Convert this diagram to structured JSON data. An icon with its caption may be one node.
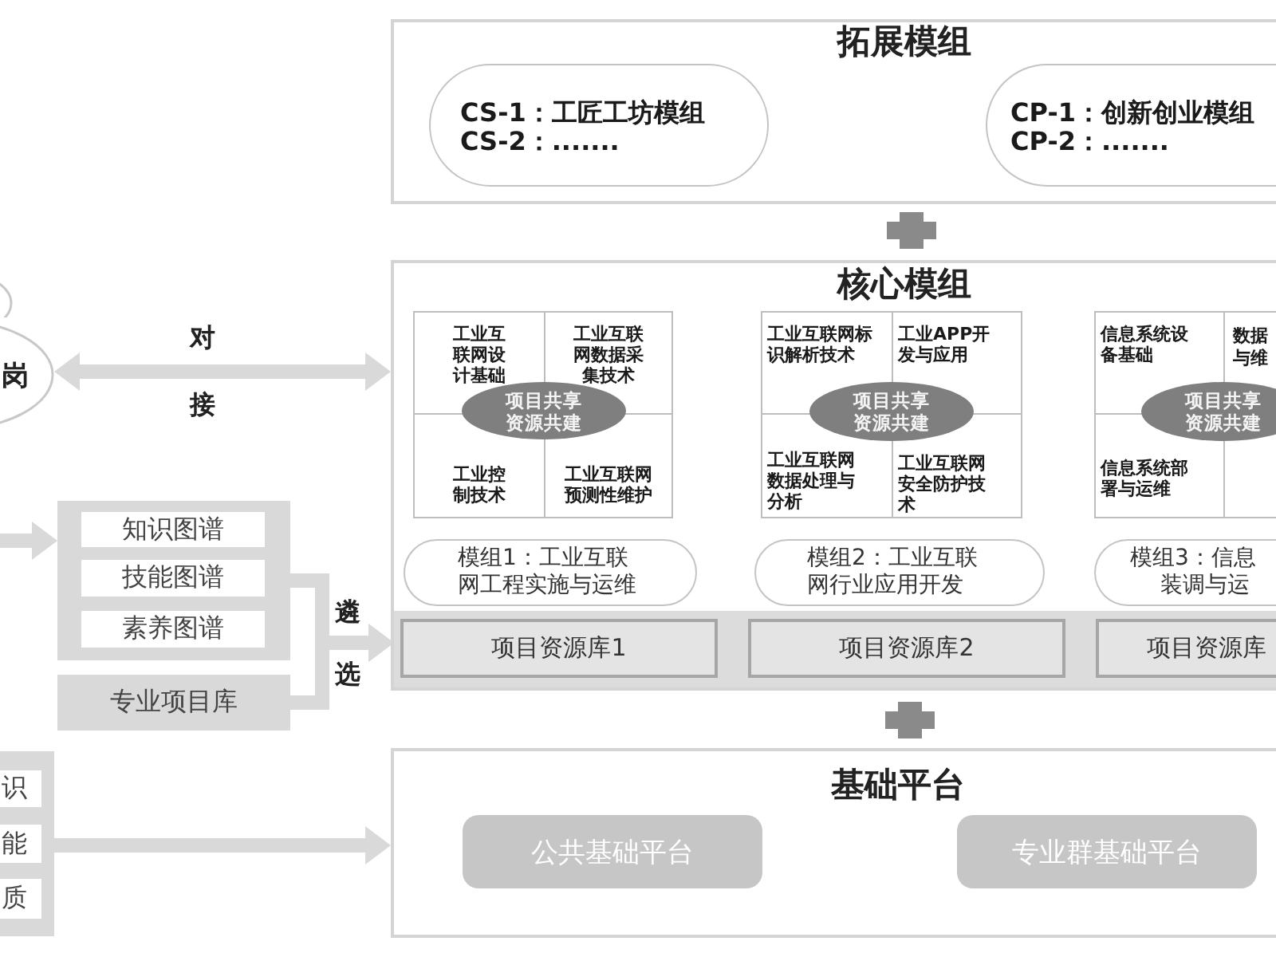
{
  "diagram": {
    "nodes": [
      {
        "text": [
          "拓展模组"
        ]
      },
      {
        "text": [
          "CS-1：工匠工坊模组",
          "CS-2：......."
        ],
        "in": 0
      },
      {
        "text": [
          "CP-1：创新创业模组",
          "CP-2：......."
        ],
        "in": 0
      },
      {
        "text": [],
        "shape": "circle"
      },
      {
        "text": [
          "岗"
        ]
      },
      {
        "text": [
          "核心模组"
        ]
      },
      {
        "text": [
          "工业互联网设计基础",
          "工业互联网数据采集技术",
          "工业控制技术",
          "工业互联网预测性维护"
        ],
        "in": 5
      },
      {
        "text": [
          "项目共享资源共建"
        ],
        "in": 6
      },
      {
        "text": [
          "工业互联网标识解析技术",
          "工业APP开发与应用",
          "工业互联网数据处理与分析",
          "工业互联网安全防护技术"
        ],
        "in": 5
      },
      {
        "text": [
          "项目共享资源共建"
        ],
        "in": 8
      },
      {
        "text": [
          "信息系统设备基础",
          "数据",
          "与维",
          "信息系统部署与运维"
        ],
        "in": 5
      },
      {
        "text": [
          "项目共享资源共建"
        ],
        "in": 10
      },
      {
        "text": [
          "模组1：工业互联网工程实施与运维"
        ],
        "in": 5
      },
      {
        "text": [
          "模组2：工业互联网行业应用开发"
        ],
        "in": 5
      },
      {
        "text": [
          "模组3：信息",
          "装调与运"
        ],
        "in": 5
      },
      {
        "text": [],
        "shape": "bar",
        "in": 5
      },
      {
        "text": [
          "项目资源库1"
        ],
        "in": 15
      },
      {
        "text": [
          "项目资源库2"
        ],
        "in": 15
      },
      {
        "text": [
          "项目资源库"
        ],
        "in": 15
      },
      {
        "text": [],
        "shape": "box"
      },
      {
        "text": [
          "知识图谱"
        ],
        "in": 19
      },
      {
        "text": [
          "技能图谱"
        ],
        "in": 19
      },
      {
        "text": [
          "素养图谱"
        ],
        "in": 19
      },
      {
        "text": [
          "专业项目库"
        ]
      },
      {
        "text": [
          "基础平台"
        ]
      },
      {
        "text": [
          "公共基础平台"
        ],
        "in": 24
      },
      {
        "text": [
          "专业群基础平台"
        ],
        "in": 24
      },
      {
        "text": [],
        "shape": "box"
      },
      {
        "text": [
          "识"
        ],
        "in": 27
      },
      {
        "text": [
          "能"
        ],
        "in": 27
      },
      {
        "text": [
          "质"
        ],
        "in": 27
      }
    ],
    "edges": [
      {
        "from": 4,
        "to": 5,
        "arrow": "both",
        "label": "对接"
      },
      {
        "from": 19,
        "to": 15,
        "arrow": "to",
        "label": "遴选"
      },
      {
        "from": 23,
        "to": 15,
        "arrow": "to"
      },
      {
        "from": null,
        "to": 19,
        "arrow": "to"
      },
      {
        "from": 27,
        "to": 24,
        "arrow": "to"
      }
    ]
  }
}
